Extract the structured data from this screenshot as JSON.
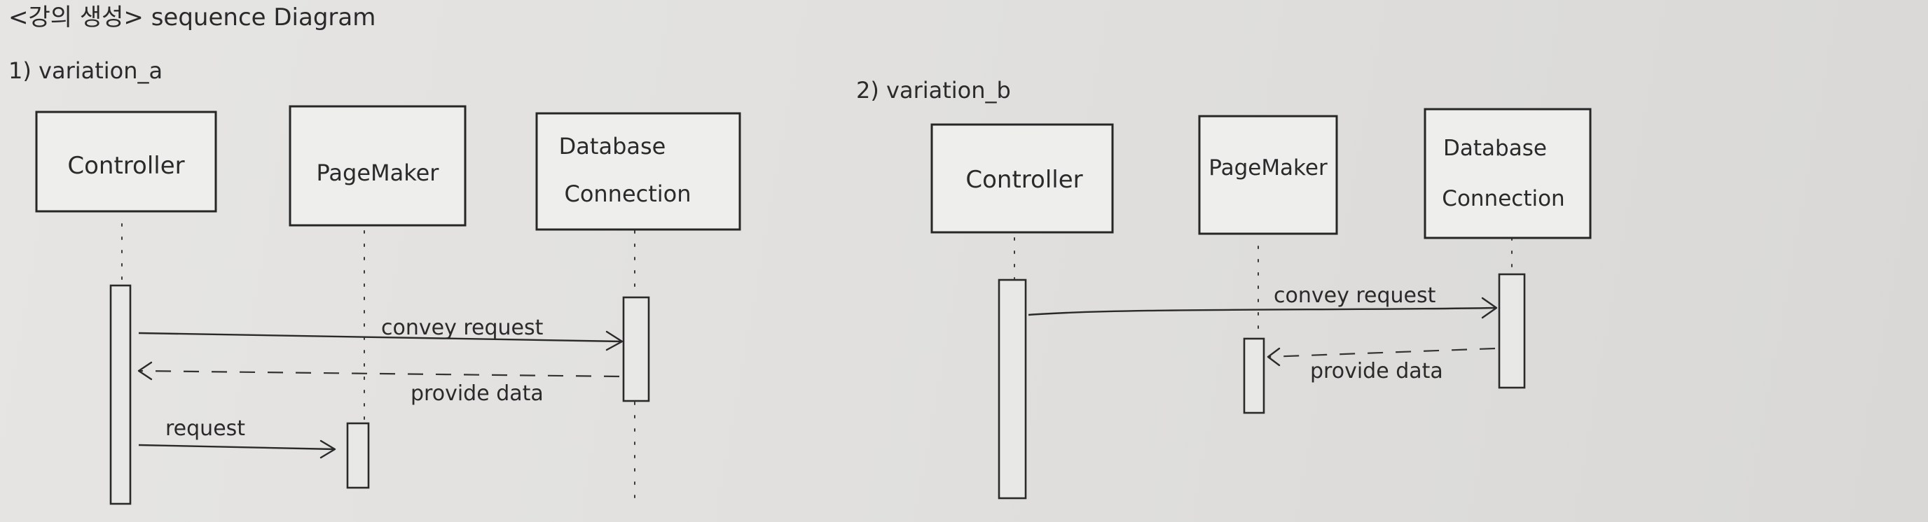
{
  "title": "<강의 생성> sequence Diagram",
  "variations": [
    {
      "label": "1) variation_a",
      "participants": [
        {
          "name": "Controller",
          "lines": [
            "Controller"
          ]
        },
        {
          "name": "PageMaker",
          "lines": [
            "PageMaker"
          ]
        },
        {
          "name": "Database Connection",
          "lines": [
            "Database",
            "Connection"
          ]
        }
      ],
      "messages": [
        {
          "label": "convey request",
          "from": "Controller",
          "to": "Database Connection",
          "style": "solid"
        },
        {
          "label": "provide data",
          "from": "Database Connection",
          "to": "Controller",
          "style": "dashed"
        },
        {
          "label": "request",
          "from": "Controller",
          "to": "PageMaker",
          "style": "solid"
        }
      ]
    },
    {
      "label": "2) variation_b",
      "participants": [
        {
          "name": "Controller",
          "lines": [
            "Controller"
          ]
        },
        {
          "name": "PageMaker",
          "lines": [
            "PageMaker"
          ]
        },
        {
          "name": "Database Connection",
          "lines": [
            "Database",
            "Connection"
          ]
        }
      ],
      "messages": [
        {
          "label": "convey request",
          "from": "Controller",
          "to": "Database Connection",
          "style": "solid"
        },
        {
          "label": "provide data",
          "from": "Database Connection",
          "to": "PageMaker",
          "style": "dashed"
        }
      ]
    }
  ]
}
